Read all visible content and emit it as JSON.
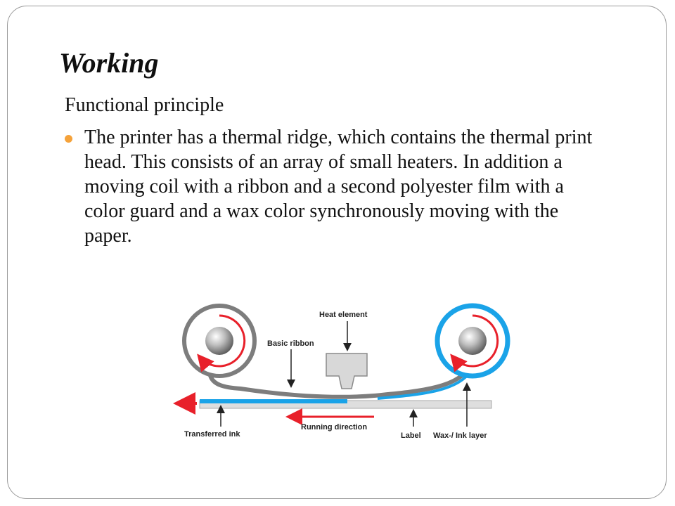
{
  "slide": {
    "title": "Working",
    "subtitle": "Functional principle",
    "bullet": "The printer has a thermal ridge, which contains the thermal print head. This consists of an array of small heaters. In addition a moving coil with a ribbon and a second polyester film with a color guard and a wax color synchronously moving with the paper."
  },
  "diagram": {
    "labels": {
      "heat_element": "Heat element",
      "basic_ribbon": "Basic ribbon",
      "transferred_ink": "Transferred ink",
      "running_direction": "Running direction",
      "label": "Label",
      "wax_ink_layer": "Wax-/ Ink layer"
    },
    "colors": {
      "ink_blue": "#1aa3e8",
      "arrow_red": "#e8202a",
      "ribbon_grey": "#7d7d7d",
      "bullet_orange": "#f5a23a"
    }
  }
}
